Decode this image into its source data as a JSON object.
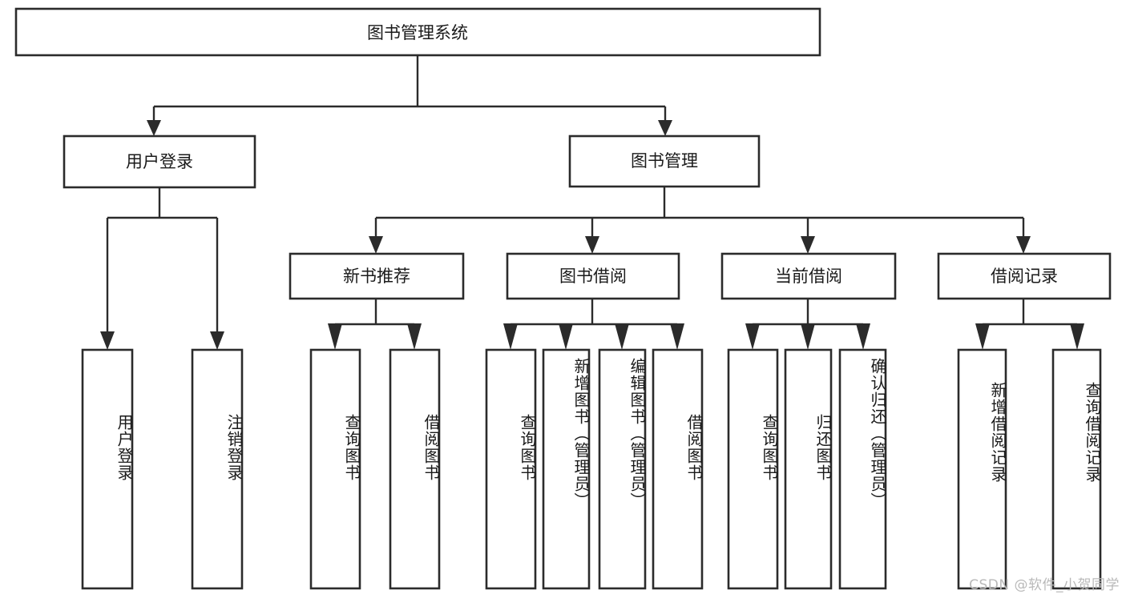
{
  "diagram": {
    "type": "tree",
    "orientation": "top-down",
    "title": "图书管理系统",
    "watermark": "CSDN @软件_小贺同学",
    "colors": {
      "stroke": "#2b2b2b",
      "fill": "#ffffff",
      "text": "#1a1a1a",
      "watermark": "#b9b9b9",
      "background": "#ffffff"
    },
    "root": {
      "id": "root",
      "label": "图书管理系统"
    },
    "level2": [
      {
        "id": "n-user-login",
        "label": "用户登录"
      },
      {
        "id": "n-book-manage",
        "label": "图书管理"
      }
    ],
    "level3": [
      {
        "id": "n-new-book-rec",
        "label": "新书推荐",
        "parent": "n-book-manage"
      },
      {
        "id": "n-book-borrow",
        "label": "图书借阅",
        "parent": "n-book-manage"
      },
      {
        "id": "n-current-borrow",
        "label": "当前借阅",
        "parent": "n-book-manage"
      },
      {
        "id": "n-borrow-record",
        "label": "借阅记录",
        "parent": "n-book-manage"
      }
    ],
    "leaves": {
      "user_login": [
        {
          "id": "leaf-user-login",
          "label": "用户登录"
        },
        {
          "id": "leaf-logout-login",
          "label": "注销登录"
        }
      ],
      "new_book_rec": [
        {
          "id": "leaf-query-book-1",
          "label": "查询图书"
        },
        {
          "id": "leaf-borrow-book-1",
          "label": "借阅图书"
        }
      ],
      "book_borrow": [
        {
          "id": "leaf-query-book-2",
          "label": "查询图书"
        },
        {
          "id": "leaf-add-book",
          "label": "新增图书（管理员）"
        },
        {
          "id": "leaf-edit-book",
          "label": "编辑图书（管理员）"
        },
        {
          "id": "leaf-borrow-book-2",
          "label": "借阅图书"
        }
      ],
      "current_borrow": [
        {
          "id": "leaf-query-book-3",
          "label": "查询图书"
        },
        {
          "id": "leaf-return-book",
          "label": "归还图书"
        },
        {
          "id": "leaf-confirm-return",
          "label": "确认归还（管理员）"
        }
      ],
      "borrow_record": [
        {
          "id": "leaf-add-record",
          "label": "新增借阅记录"
        },
        {
          "id": "leaf-query-record",
          "label": "查询借阅记录"
        }
      ]
    }
  }
}
